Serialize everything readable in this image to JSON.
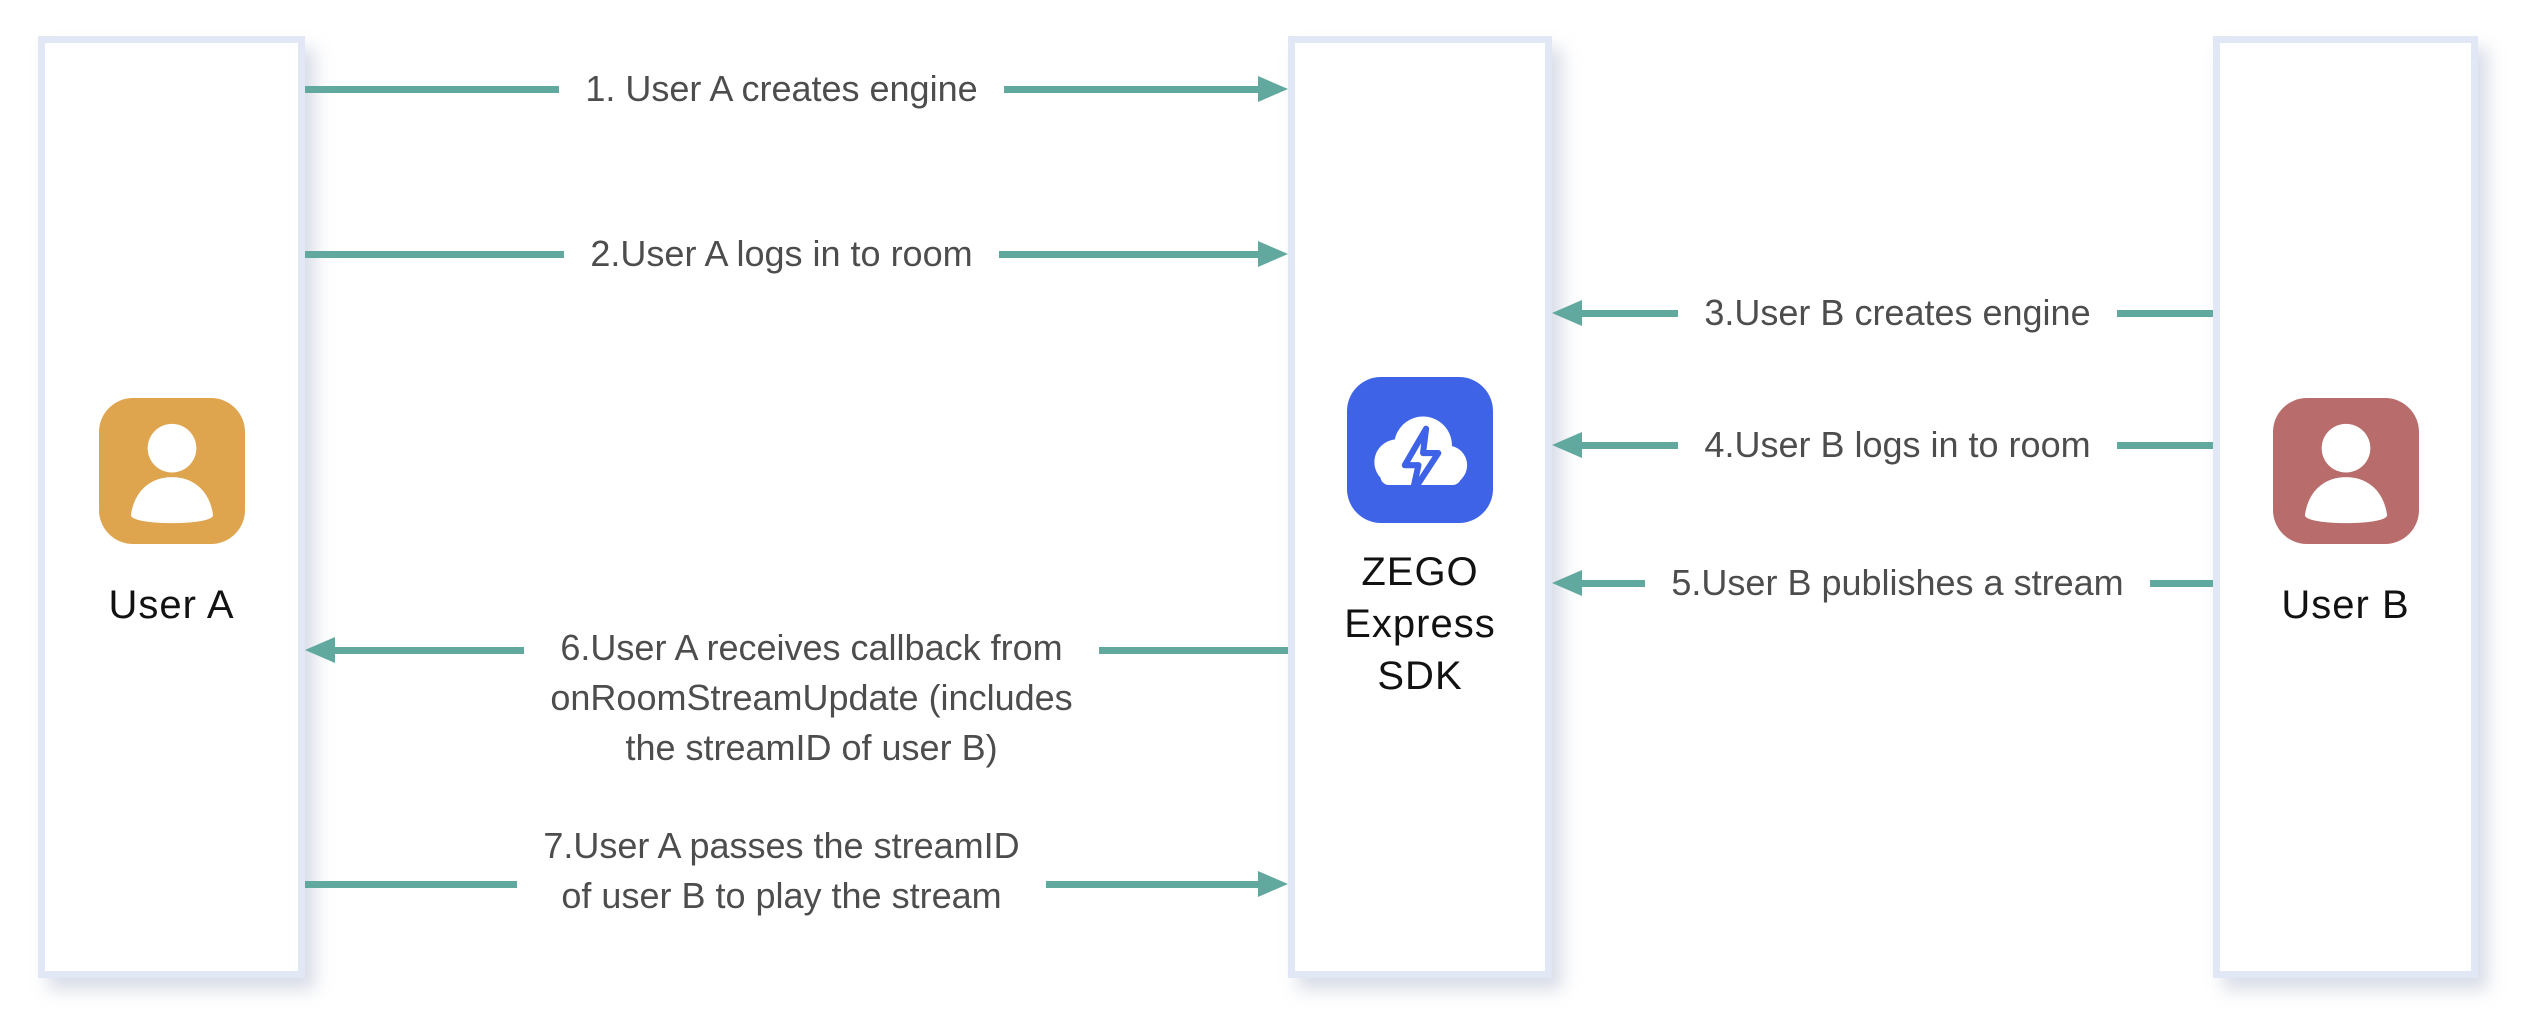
{
  "diagram": {
    "entities": [
      {
        "id": "user-a",
        "label": "User A",
        "icon": "person-icon"
      },
      {
        "id": "sdk",
        "label": "ZEGO\nExpress\nSDK",
        "icon": "cloud-lightning-icon"
      },
      {
        "id": "user-b",
        "label": "User B",
        "icon": "person-icon"
      }
    ],
    "messages": [
      {
        "order": "1",
        "label": "1. User A creates engine",
        "from": "User A",
        "to": "ZEGO Express SDK",
        "direction": "right"
      },
      {
        "order": "2",
        "label": "2.User A logs in to room",
        "from": "User A",
        "to": "ZEGO Express SDK",
        "direction": "right"
      },
      {
        "order": "3",
        "label": "3.User B creates engine",
        "from": "User B",
        "to": "ZEGO Express SDK",
        "direction": "left"
      },
      {
        "order": "4",
        "label": "4.User B logs in to room",
        "from": "User B",
        "to": "ZEGO Express SDK",
        "direction": "left"
      },
      {
        "order": "5",
        "label": "5.User B publishes a stream",
        "from": "User B",
        "to": "ZEGO Express SDK",
        "direction": "left"
      },
      {
        "order": "6",
        "label": "6.User A receives callback from\nonRoomStreamUpdate (includes\nthe streamID of user B)",
        "from": "ZEGO Express SDK",
        "to": "User A",
        "direction": "left"
      },
      {
        "order": "7",
        "label": "7.User A passes the streamID\nof user B to play the stream",
        "from": "User A",
        "to": "ZEGO Express SDK",
        "direction": "right"
      }
    ],
    "colors": {
      "arrow": "#61a89e",
      "box_border": "#e2e7f5",
      "message_text": "#4d4d4d",
      "entity_text": "#121212",
      "user_a_icon": "#dfa54e",
      "user_b_icon": "#b96c6c",
      "sdk_icon": "#3e63e7"
    }
  }
}
